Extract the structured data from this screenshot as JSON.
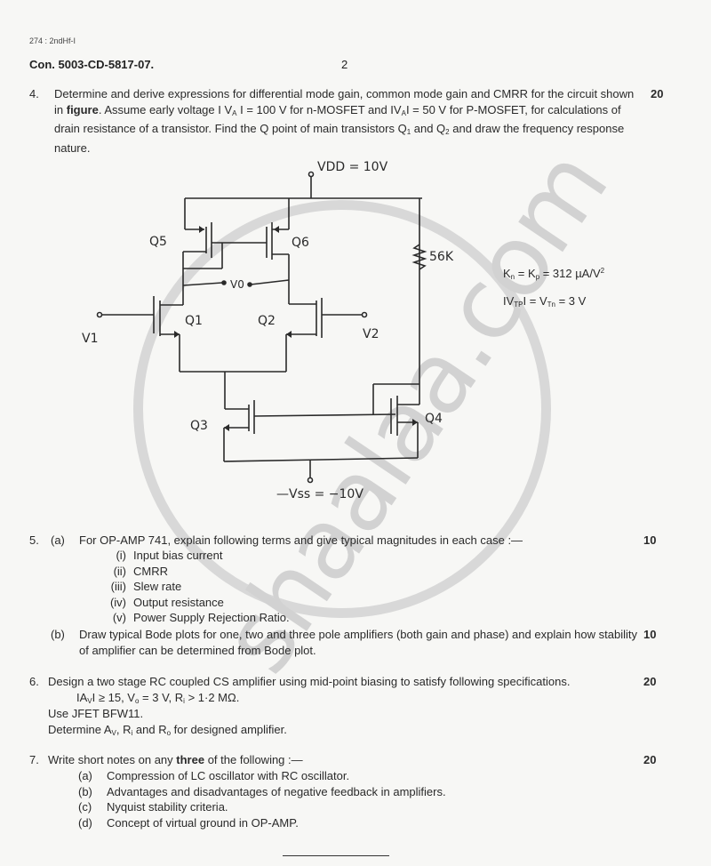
{
  "header": {
    "code": "274 : 2ndHf-I",
    "con_number": "Con. 5003-CD-5817-07.",
    "page_number": "2"
  },
  "questions": [
    {
      "number": "4.",
      "marks": "20",
      "text_parts": {
        "p1": "Determine and derive expressions for differential mode gain, common mode gain and CMRR for the circuit shown in ",
        "bold": "figure",
        "p2": ".  Assume early voltage I V",
        "sub1": "A",
        "p3": " I = 100 V for n-MOSFET and IV",
        "sub2": "A",
        "p4": "I = 50 V for P-MOSFET, for calculations of drain resistance of a transistor.  Find the Q point of main transistors Q",
        "sub3": "1",
        "p5": " and Q",
        "sub4": "2",
        "p6": " and draw the frequency response nature."
      },
      "circuit": {
        "vdd_label": "VDD = 10V",
        "vss_label": "—Vss = −10V",
        "resistor_label": "56K",
        "vo_label": "V0",
        "v1_label": "V1",
        "v2_label": "V2",
        "transistors": [
          "Q1",
          "Q2",
          "Q3",
          "Q4",
          "Q5",
          "Q6"
        ],
        "params": {
          "k_line": {
            "a": "K",
            "a_sub": "n",
            "b": " = K",
            "b_sub": "p",
            "c": " = 312 µA/V",
            "c_sup": "2"
          },
          "vt_line": {
            "a": "IV",
            "a_sub": "TP",
            "b": "I = V",
            "b_sub": "Tn",
            "c": " = 3 V"
          }
        }
      }
    },
    {
      "number": "5.",
      "parts": [
        {
          "letter": "(a)",
          "marks": "10",
          "text": "For OP-AMP 741, explain following terms and give typical magnitudes in each case :—",
          "items": [
            {
              "roman": "(i)",
              "text": "Input bias current"
            },
            {
              "roman": "(ii)",
              "text": "CMRR"
            },
            {
              "roman": "(iii)",
              "text": "Slew rate"
            },
            {
              "roman": "(iv)",
              "text": "Output resistance"
            },
            {
              "roman": "(v)",
              "text": "Power Supply Rejection Ratio."
            }
          ]
        },
        {
          "letter": "(b)",
          "marks": "10",
          "text": "Draw typical Bode plots for one, two and three pole amplifiers (both gain and phase) and explain how stability of amplifier can be determined from Bode plot."
        }
      ]
    },
    {
      "number": "6.",
      "marks": "20",
      "text": "Design a two stage RC coupled CS amplifier using mid-point biasing to satisfy following specifications.",
      "spec": {
        "a": "IA",
        "a_sub": "V",
        "b": "I ≥ 15,  V",
        "b_sub": "o",
        "c": " = 3 V,  R",
        "c_sub": "i",
        "d": " > 1·2 MΩ."
      },
      "use_line": "Use JFET BFW11.",
      "determine": {
        "a": "Determine A",
        "a_sub": "V",
        "b": ", R",
        "b_sub": "i",
        "c": " and R",
        "c_sub": "o",
        "d": " for designed amplifier."
      }
    },
    {
      "number": "7.",
      "marks": "20",
      "text_parts": {
        "p1": "Write short notes on any ",
        "bold": "three",
        "p2": " of the following :—"
      },
      "items": [
        {
          "letter": "(a)",
          "text": "Compression of LC oscillator with RC oscillator."
        },
        {
          "letter": "(b)",
          "text": "Advantages and disadvantages of negative feedback in amplifiers."
        },
        {
          "letter": "(c)",
          "text": "Nyquist stability criteria."
        },
        {
          "letter": "(d)",
          "text": "Concept of virtual ground in OP-AMP."
        }
      ]
    }
  ],
  "watermark": "shaalaa.com"
}
